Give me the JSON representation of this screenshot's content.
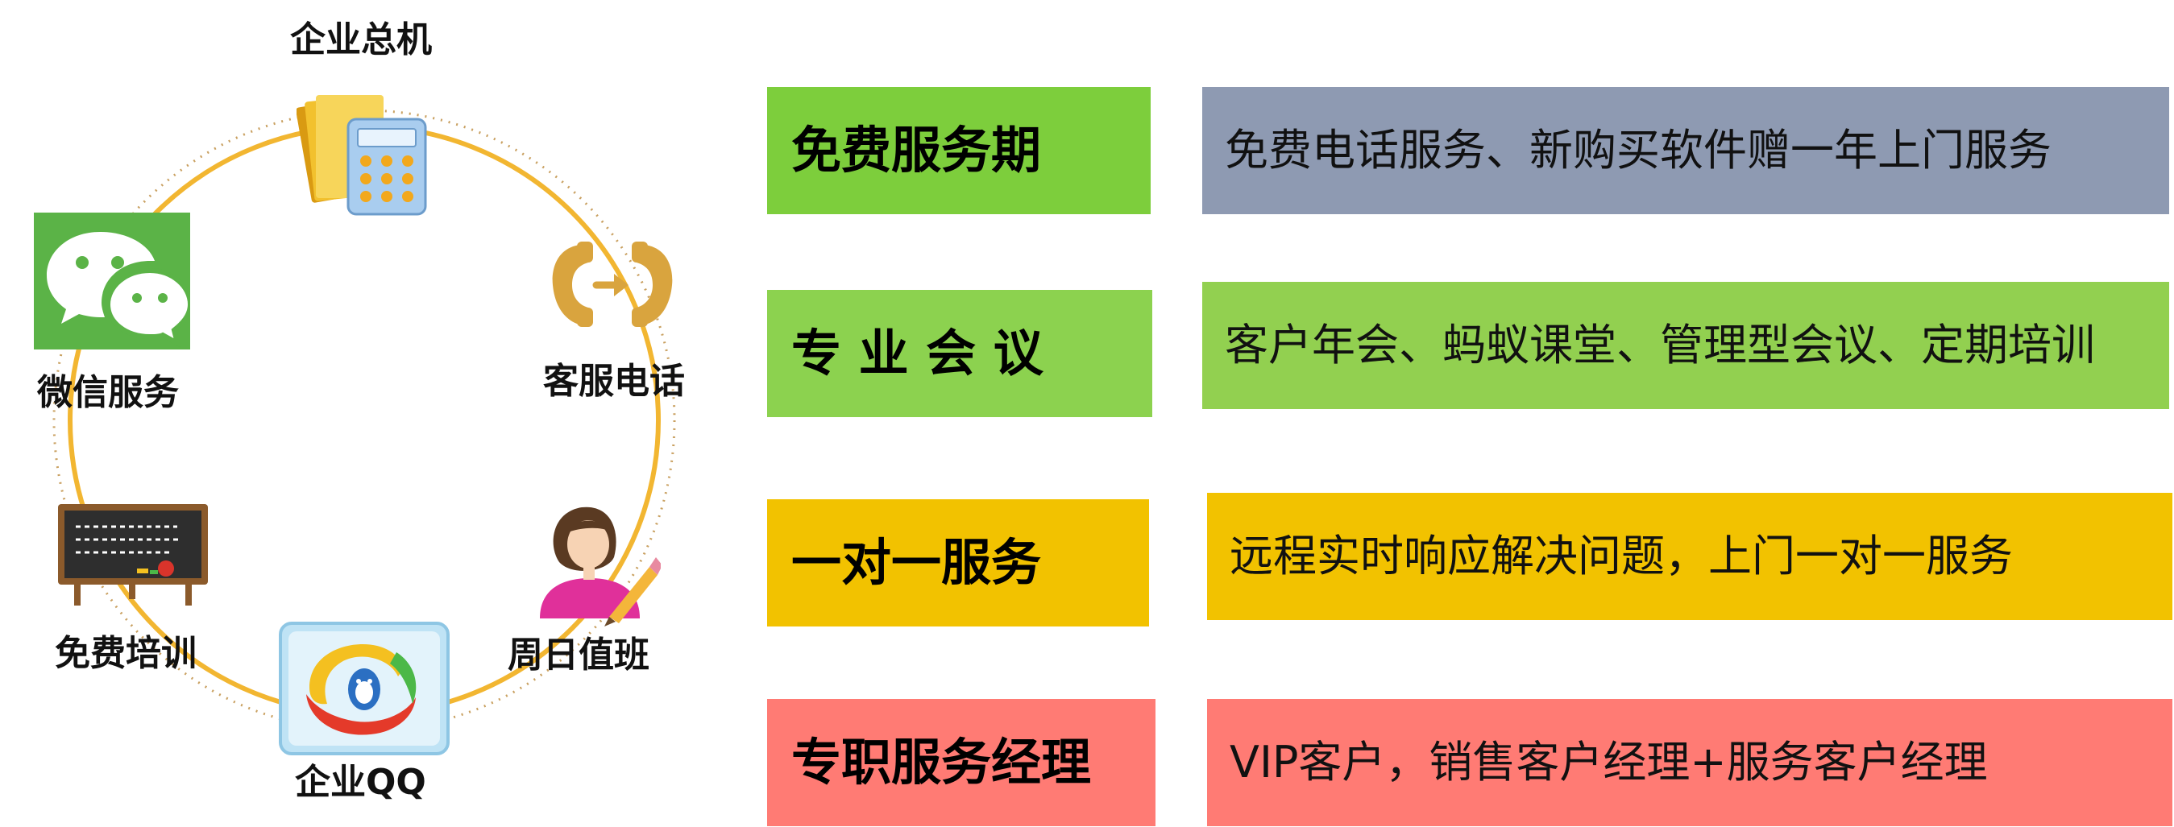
{
  "left_panel": {
    "nodes": [
      {
        "label": "企业总机",
        "icon": "folder-phone-icon"
      },
      {
        "label": "客服电话",
        "icon": "call-transfer-icon"
      },
      {
        "label": "周日值班",
        "icon": "agent-woman-icon"
      },
      {
        "label": "企业QQ",
        "icon": "qq-penguin-icon"
      },
      {
        "label": "免费培训",
        "icon": "blackboard-icon"
      },
      {
        "label": "微信服务",
        "icon": "wechat-icon"
      }
    ],
    "colors": {
      "ring": "#F2B631",
      "ring_dots": "#C9A060",
      "wechat_green": "#5BB347",
      "folder_yellow": "#F2C12E",
      "phone_blue": "#A9CDEF",
      "call_orange": "#D9A43E",
      "agent_pink": "#E0309A",
      "blackboard": "#2E2E2E",
      "qq_frame": "#BFE3F5"
    }
  },
  "rows": [
    {
      "label": "免费服务期",
      "description": "免费电话服务、新购买软件赠一年上门服务",
      "label_color": "#7DCE3C",
      "desc_color": "#8E9AB2"
    },
    {
      "label": "专 业 会 议",
      "description": "客户年会、蚂蚁课堂、管理型会议、定期培训",
      "label_color": "#8CD24F",
      "desc_color": "#92D050"
    },
    {
      "label": "一对一服务",
      "description": "远程实时响应解决问题，上门一对一服务",
      "label_color": "#F2C200",
      "desc_color": "#F2C200"
    },
    {
      "label": "专职服务经理",
      "description": "VIP客户，销售客户经理+服务客户经理",
      "label_color": "#FF7B74",
      "desc_color": "#FF7B74"
    }
  ]
}
